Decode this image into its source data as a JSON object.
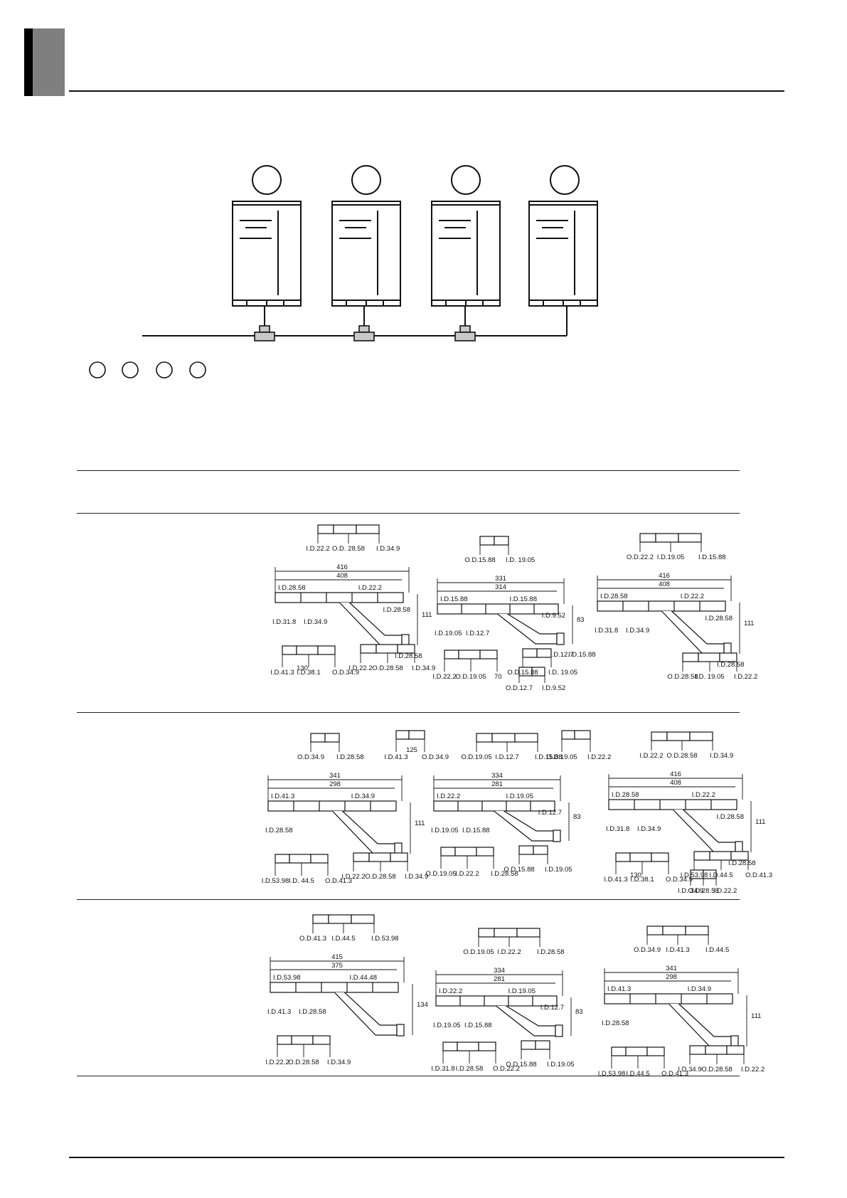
{
  "header": {
    "tab_marker": "section-tab-marker"
  },
  "system_diagram": {
    "units": [
      {
        "label": ""
      },
      {
        "label": ""
      },
      {
        "label": ""
      },
      {
        "label": ""
      }
    ],
    "legend_circles": [
      {
        "label": ""
      },
      {
        "label": ""
      },
      {
        "label": ""
      },
      {
        "label": ""
      }
    ]
  },
  "table": {
    "header_row": {
      "model": "",
      "liquid": "",
      "gas_low": "",
      "gas_high": ""
    },
    "rows": [
      {
        "row_label": "",
        "cells": [
          {
            "top_reducer": [
              "I.D.22.2",
              "O.D. 28.58",
              "I.D.34.9"
            ],
            "dims": [
              "416",
              "408",
              "111"
            ],
            "branch_labels": [
              "I.D.28.58",
              "I.D.22.2",
              "I.D.31.8",
              "I.D.34.9",
              "I.D.28.58",
              "I.D.28.58"
            ],
            "bottom_left": [
              "I.D.41.3",
              "I.D.38.1",
              "O.D.34.9",
              "130"
            ],
            "bottom_right": [
              "I.D.22.2",
              "O.D.28.58",
              "I.D.34.9"
            ]
          },
          {
            "top_reducer": [
              "O.D.15.88",
              "I.D. 19.05"
            ],
            "dims": [
              "331",
              "314",
              "83"
            ],
            "branch_labels": [
              "I.D.15.88",
              "I.D.15.88",
              "I.D.19.05",
              "I.D.12.7",
              "I.D.9.52",
              "I.D.12.7",
              "I.D.15.88"
            ],
            "bottom_left": [
              "I.D.22.2",
              "O.D.19.05",
              "70"
            ],
            "bottom_mid": [
              "O.D.12.7",
              "I.D.9.52"
            ],
            "bottom_right": [
              "O.D.15.88",
              "I.D. 19.05"
            ]
          },
          {
            "top_reducer": [
              "O.D.22.2",
              "I.D.19.05",
              "I.D.15.88"
            ],
            "dims": [
              "416",
              "408",
              "111"
            ],
            "branch_labels": [
              "I.D.28.58",
              "I.D.22.2",
              "I.D.31.8",
              "I.D.34.9",
              "I.D.28.58",
              "I.D.28.58"
            ],
            "bottom_right": [
              "O.D.28.58",
              "I.D. 19.05",
              "I.D.22.2"
            ]
          }
        ]
      },
      {
        "row_label": "",
        "cells": [
          {
            "top_reducer": [
              "O.D.34.9",
              "I.D.28.58"
            ],
            "top_extra": [
              "I.D.41.3",
              "O.D.34.9",
              "125"
            ],
            "dims": [
              "341",
              "298",
              "111"
            ],
            "branch_labels": [
              "I.D.41.3",
              "I.D.34.9",
              "I.D.28.58"
            ],
            "bottom_left": [
              "I.D.53.98",
              "I.D. 44.5",
              "O.D.41.3"
            ],
            "bottom_right": [
              "I.D.22.2",
              "O.D.28.58",
              "I.D.34.9"
            ]
          },
          {
            "top_reducer": [
              "O.D.19.05",
              "I.D.12.7",
              "I.D.15.88"
            ],
            "top_extra": [
              "O.D.19.05",
              "I.D.22.2"
            ],
            "dims": [
              "334",
              "281",
              "83"
            ],
            "branch_labels": [
              "I.D.22.2",
              "I.D.19.05",
              "I.D.19.05",
              "I.D.15.88",
              "I.D.12.7"
            ],
            "bottom_left": [
              "O.D.19.05",
              "I.D.22.2",
              "I.D.28.58"
            ],
            "bottom_right": [
              "O.D.15.88",
              "I.D.19.05"
            ]
          },
          {
            "top_reducer": [
              "I.D.22.2",
              "O.D.28.58",
              "I.D.34.9"
            ],
            "dims": [
              "416",
              "408",
              "111"
            ],
            "branch_labels": [
              "I.D.28.58",
              "I.D.22.2",
              "I.D.31.8",
              "I.D.34.9",
              "I.D.28.58",
              "I.D.28.58"
            ],
            "bottom_left": [
              "I.D.41.3",
              "I.D.38.1",
              "O.D.34.9",
              "130"
            ],
            "bottom_mid": [
              "I.D. 34.9",
              "O.D.28.58",
              "I.D.22.2"
            ],
            "bottom_right": [
              "I.D.53.98",
              "I.D.44.5",
              "O.D.41.3"
            ]
          }
        ]
      },
      {
        "row_label": "",
        "cells": [
          {
            "top_reducer": [
              "O.D.41.3",
              "I.D.44.5",
              "I.D.53.98"
            ],
            "dims": [
              "415",
              "375",
              "134"
            ],
            "branch_labels": [
              "I.D.53.98",
              "I.D.44.48",
              "I.D.41.3",
              "I.D.28.58"
            ],
            "bottom_left": [
              "I.D.22.2",
              "O.D.28.58",
              "I.D.34.9"
            ]
          },
          {
            "top_reducer": [
              "O.D.19.05",
              "I.D.22.2",
              "I.D.28.58"
            ],
            "dims": [
              "334",
              "281",
              "83"
            ],
            "branch_labels": [
              "I.D.22.2",
              "I.D.19.05",
              "I.D.19.05",
              "I.D.15.88",
              "I.D.12.7"
            ],
            "bottom_left": [
              "I.D.31.8",
              "I.D.28.58",
              "O.D.22.2"
            ],
            "bottom_right": [
              "O.D.15.88",
              "I.D.19.05"
            ]
          },
          {
            "top_reducer": [
              "O.D.34.9",
              "I.D.41.3",
              "I.D.44.5"
            ],
            "dims": [
              "341",
              "298",
              "111"
            ],
            "branch_labels": [
              "I.D.41.3",
              "I.D.34.9",
              "I.D.28.58"
            ],
            "bottom_left": [
              "I.D.53.98",
              "I.D.44.5",
              "O.D.41.3"
            ],
            "bottom_right": [
              "I.D.34.9",
              "O.D.28.58",
              "I.D.22.2"
            ]
          }
        ]
      }
    ]
  }
}
